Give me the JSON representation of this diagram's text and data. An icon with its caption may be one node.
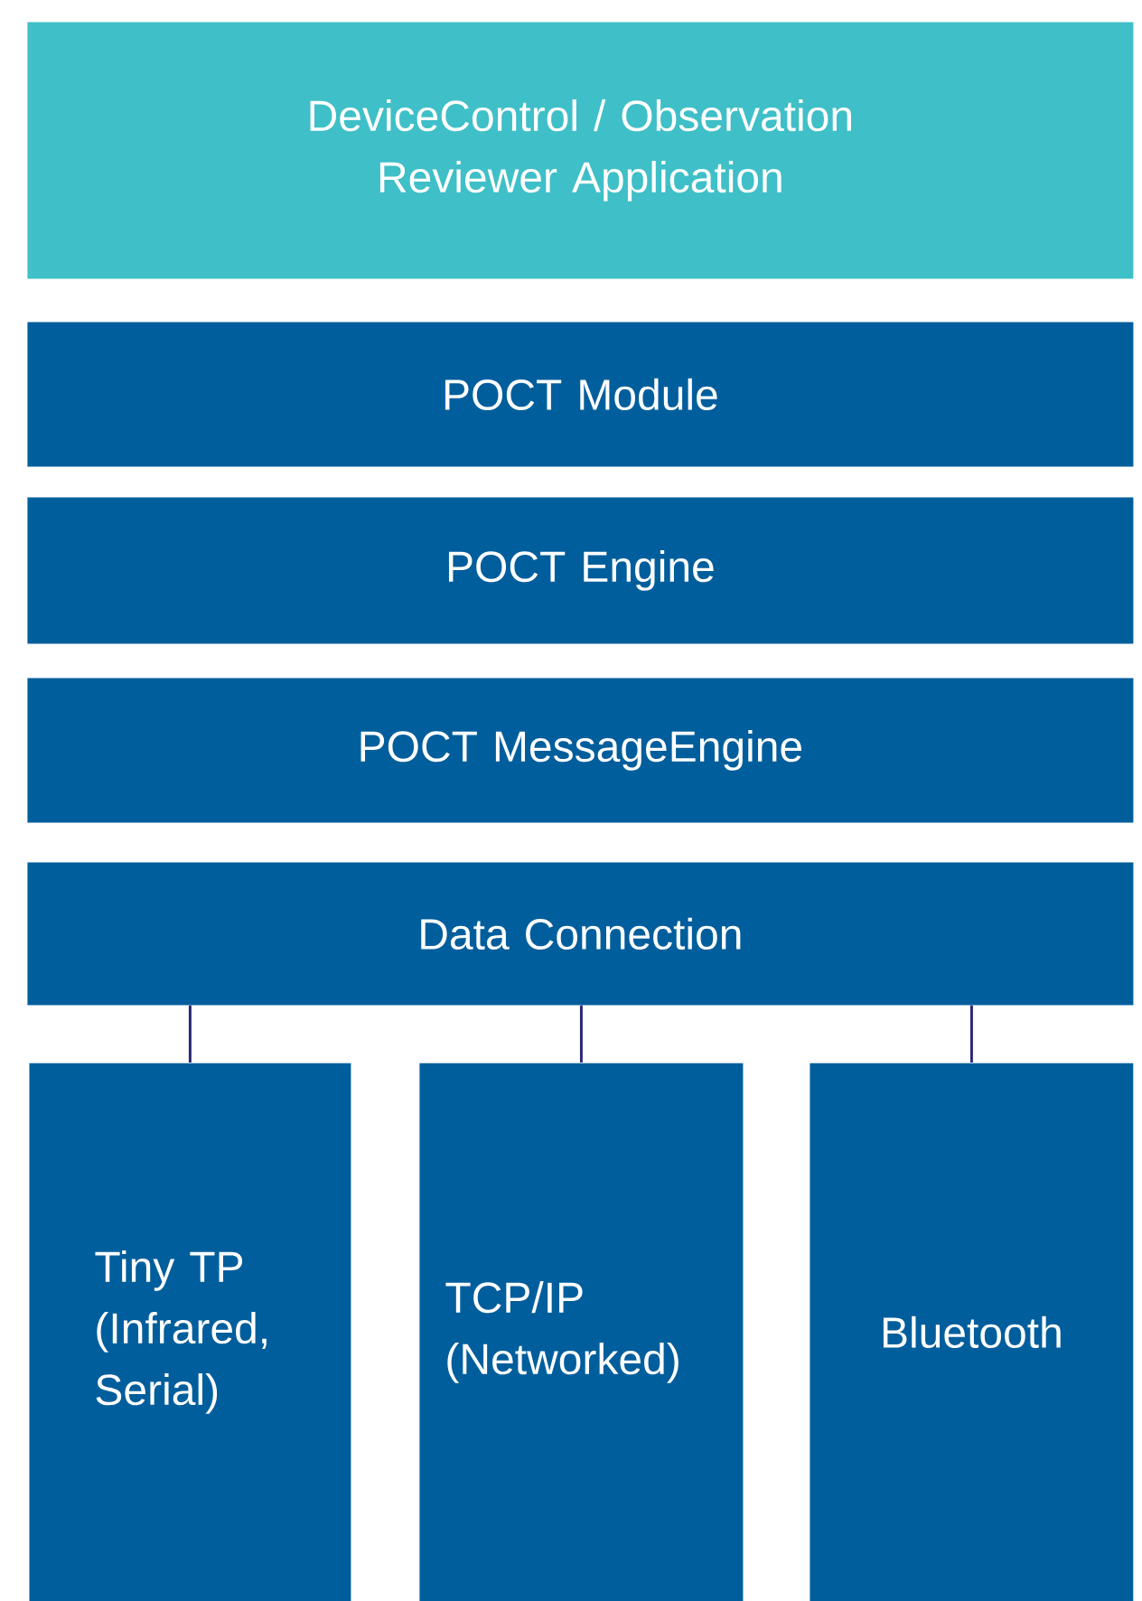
{
  "diagram": {
    "nodes": [
      {
        "text": [
          "DeviceControl / Observation Reviewer Application"
        ]
      },
      {
        "text": [
          "POCT Module"
        ]
      },
      {
        "text": [
          "POCT Engine"
        ]
      },
      {
        "text": [
          "POCT MessageEngine"
        ]
      },
      {
        "text": [
          "Data Connection"
        ]
      },
      {
        "text": [
          "Tiny TP (Infrared, Serial)"
        ]
      },
      {
        "text": [
          "TCP/IP (Networked)"
        ]
      },
      {
        "text": [
          "Bluetooth"
        ]
      }
    ],
    "edges": [
      {
        "from": 4,
        "to": 5,
        "arrow": "none"
      },
      {
        "from": 4,
        "to": 6,
        "arrow": "none"
      },
      {
        "from": 4,
        "to": 7,
        "arrow": "none"
      }
    ]
  }
}
